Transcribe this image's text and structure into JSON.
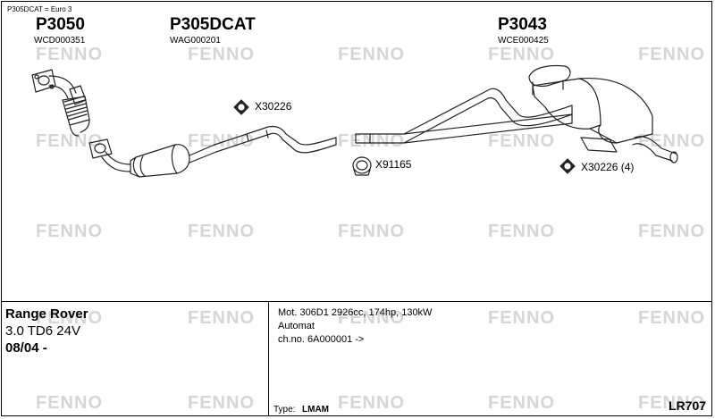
{
  "header_note": "P305DCAT = Euro 3",
  "parts": [
    {
      "number": "P3050",
      "code": "WCD000351"
    },
    {
      "number": "P305DCAT",
      "code": "WAG000201"
    },
    {
      "number": "P3043",
      "code": "WCE000425"
    }
  ],
  "fittings": [
    {
      "label": "X30226",
      "icon": "diamond-clamp-icon"
    },
    {
      "label": "X91165",
      "icon": "ring-clamp-icon"
    },
    {
      "label": "X30226 (4)",
      "icon": "diamond-clamp-icon"
    }
  ],
  "watermark_text": "FENNO",
  "vehicle": {
    "model": "Range Rover",
    "engine": "3.0 TD6 24V",
    "date": "08/04 -"
  },
  "engine_info": {
    "line1": "Mot. 306D1 2926cc, 174hp, 130kW",
    "line2": "Automat",
    "line3": "ch.no. 6A000001 ->"
  },
  "type_label": "Type:",
  "type_value": "LMAM",
  "diagram_ref": "LR707"
}
